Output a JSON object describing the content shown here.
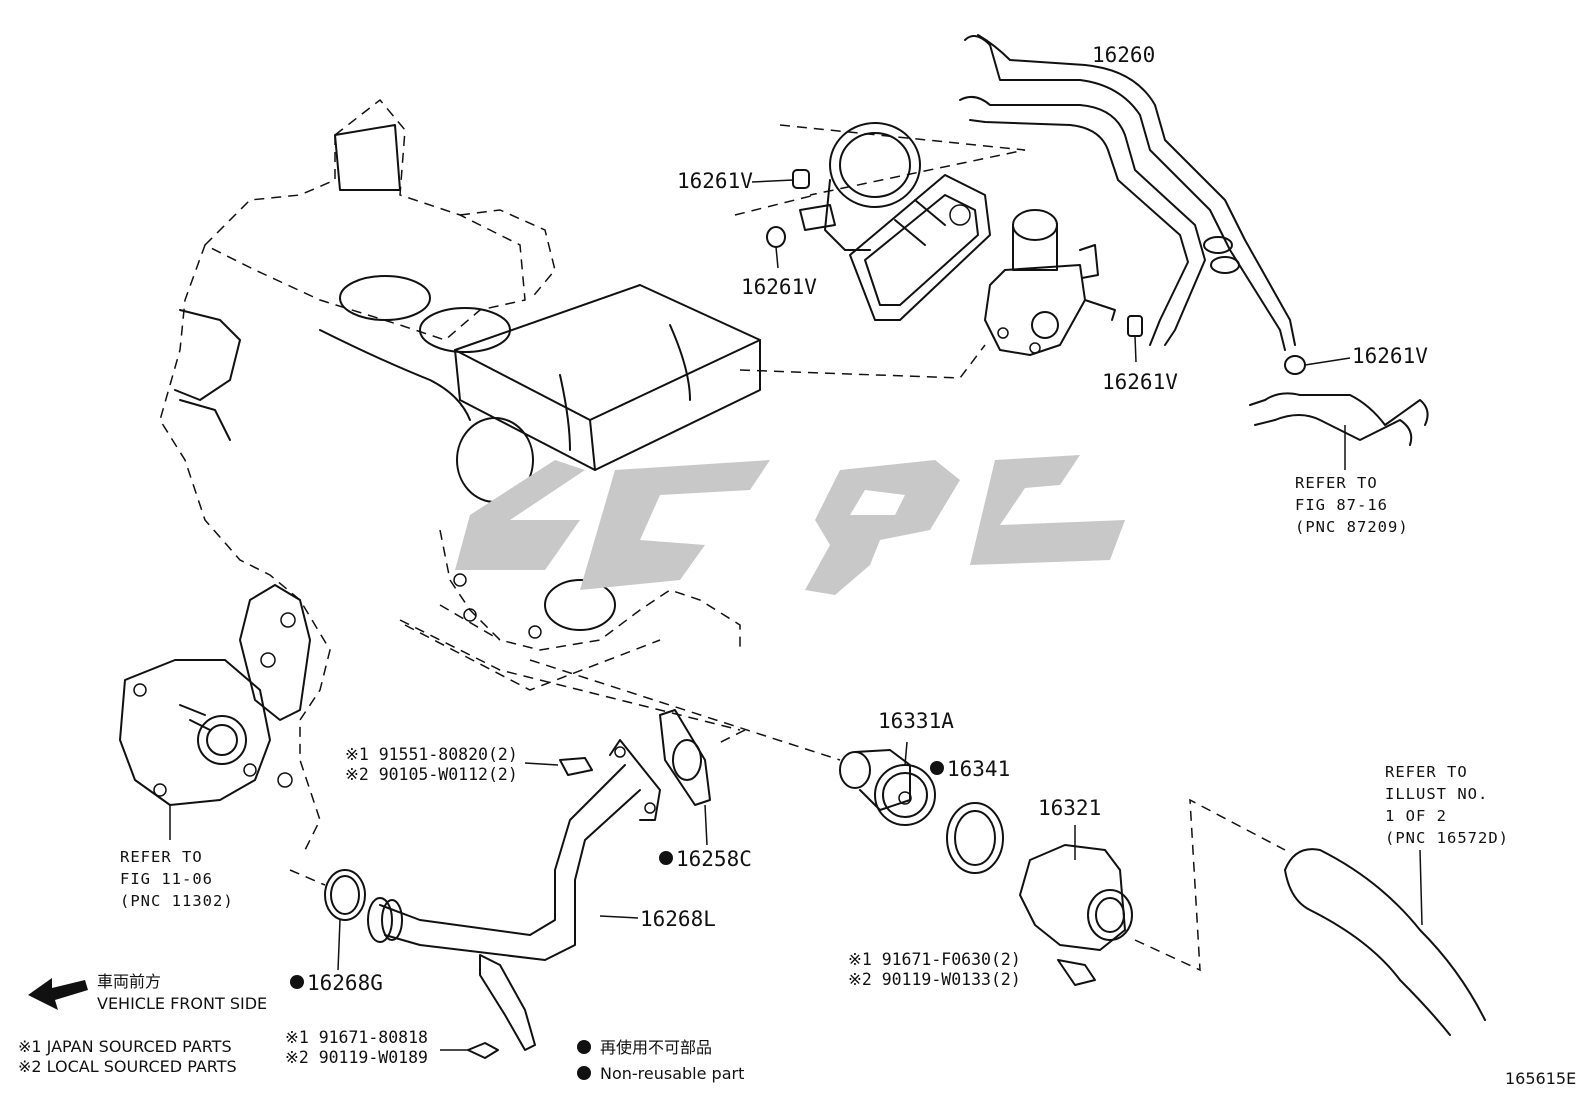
{
  "parts": {
    "p16260": "16260",
    "p16261v_a": "16261V",
    "p16261v_b": "16261V",
    "p16261v_c": "16261V",
    "p16261v_d": "16261V",
    "p16331a": "16331A",
    "p16341": "16341",
    "p16321": "16321",
    "p16258c": "16258C",
    "p16268l": "16268L",
    "p16268g": "16268G"
  },
  "references": {
    "fig87": {
      "line1": "REFER TO",
      "line2": "FIG 87-16",
      "line3": "(PNC 87209)"
    },
    "fig11": {
      "line1": "REFER TO",
      "line2": "FIG 11-06",
      "line3": "(PNC 11302)"
    },
    "illust": {
      "line1": "REFER TO",
      "line2": "ILLUST NO.",
      "line3": "1 OF 2",
      "line4": "(PNC 16572D)"
    }
  },
  "bolts": {
    "b1_line1": "※1 91551-80820(2)",
    "b1_line2": "※2 90105-W0112(2)",
    "b2_line1": "※1 91671-F0630(2)",
    "b2_line2": "※2 90119-W0133(2)",
    "b3_line1": "※1 91671-80818",
    "b3_line2": "※2 90119-W0189"
  },
  "legend": {
    "front_jp": "車両前方",
    "front_en": "VEHICLE FRONT SIDE",
    "japan_sourced": "※1 JAPAN SOURCED PARTS",
    "local_sourced": "※2 LOCAL SOURCED PARTS",
    "nonreuse_jp": "再使用不可部品",
    "nonreuse_en": "Non-reusable part"
  },
  "figure_id": "165615E",
  "colors": {
    "ink": "#111111",
    "watermark": "#c8c8c8",
    "background": "#ffffff"
  }
}
